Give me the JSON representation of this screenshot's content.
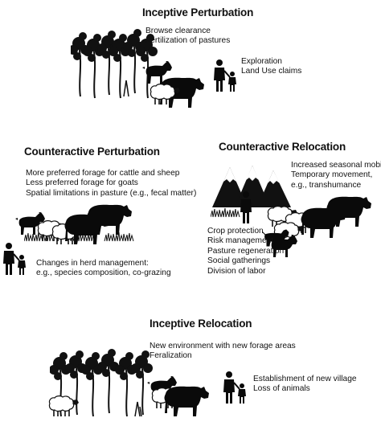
{
  "panels": {
    "inceptive_perturbation": {
      "title": "Inceptive Perturbation",
      "landscape_notes": [
        "Browse clearance",
        "Fertilization of pastures"
      ],
      "human_notes": [
        "Exploration",
        "Land Use claims"
      ]
    },
    "counteractive_perturbation": {
      "title": "Counteractive Perturbation",
      "forage_notes": [
        "More preferred forage for cattle and sheep",
        "Less preferred forage for goats",
        "Spatial limitations in pasture (e.g., fecal matter)"
      ],
      "management_notes": [
        "Changes in herd management:",
        "e.g., species composition, co-grazing"
      ]
    },
    "counteractive_relocation": {
      "title": "Counteractive Relocation",
      "mobility_notes": [
        "Increased seasonal mobility",
        "Temporary movement,",
        "e.g., transhumance"
      ],
      "social_notes": [
        "Crop protection",
        "Risk management",
        "Pasture regeneration",
        "Social gatherings",
        "Division of labor"
      ]
    },
    "inceptive_relocation": {
      "title": "Inceptive Relocation",
      "environment_notes": [
        "New environment with new forage areas",
        "Feralization"
      ],
      "settlement_notes": [
        "Establishment of new village",
        "Loss of animals"
      ]
    }
  },
  "icons": [
    "forest-icon",
    "cow-icon",
    "goat-icon",
    "sheep-icon",
    "dog-icon",
    "adult-child-icon",
    "mountains-icon",
    "grass-icon"
  ]
}
